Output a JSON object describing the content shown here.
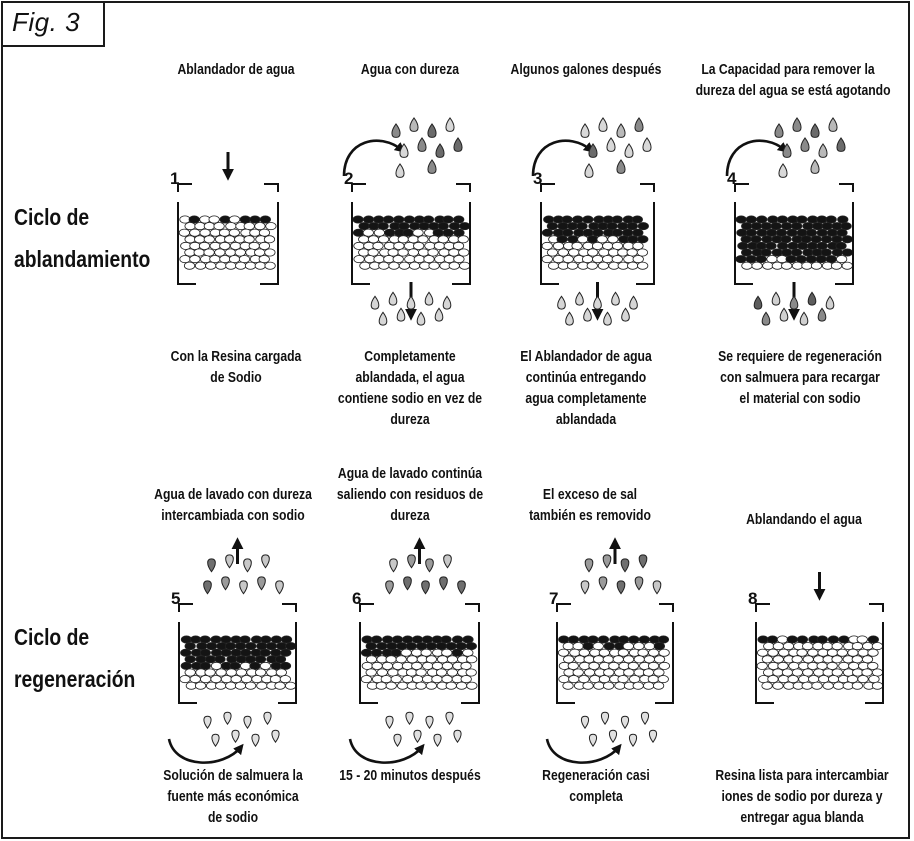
{
  "figure_label": "Fig. 3",
  "cycles": {
    "softening": [
      "Ciclo de",
      "ablandamiento"
    ],
    "regeneration": [
      "Ciclo de",
      "regeneración"
    ]
  },
  "softening_steps": [
    {
      "number": "1",
      "top": [
        "Ablandador de agua"
      ],
      "bottom": [
        "Con la Resina cargada",
        "de Sodio"
      ]
    },
    {
      "number": "2",
      "top": [
        "Agua con dureza"
      ],
      "bottom": [
        "Completamente",
        "ablandada, el agua",
        "contiene sodio en vez de",
        "dureza"
      ]
    },
    {
      "number": "3",
      "top": [
        "Algunos galones después"
      ],
      "bottom": [
        "El Ablandador de agua",
        "continúa entregando",
        "agua completamente",
        "ablandada"
      ]
    },
    {
      "number": "4",
      "top": [
        "La Capacidad para remover la",
        "dureza del agua se está agotando"
      ],
      "bottom": [
        "Se requiere de regeneración",
        "con salmuera para recargar",
        "el material con sodio"
      ]
    }
  ],
  "regeneration_steps": [
    {
      "number": "5",
      "top": [
        "Agua de lavado con dureza",
        "intercambiada con sodio"
      ],
      "bottom": [
        "Solución de salmuera la",
        "fuente más económica",
        "de sodio"
      ]
    },
    {
      "number": "6",
      "top": [
        "Agua de lavado continúa",
        "saliendo con residuos de",
        "dureza"
      ],
      "bottom": [
        "15 - 20 minutos después"
      ]
    },
    {
      "number": "7",
      "top": [
        "El exceso de sal",
        "también es removido"
      ],
      "bottom": [
        "Regeneración casi",
        "completa"
      ]
    },
    {
      "number": "8",
      "top": [
        "Ablandando el agua"
      ],
      "bottom": [
        "Resina lista para intercambiar",
        "iones de sodio por dureza y",
        "entregar agua blanda"
      ]
    }
  ]
}
